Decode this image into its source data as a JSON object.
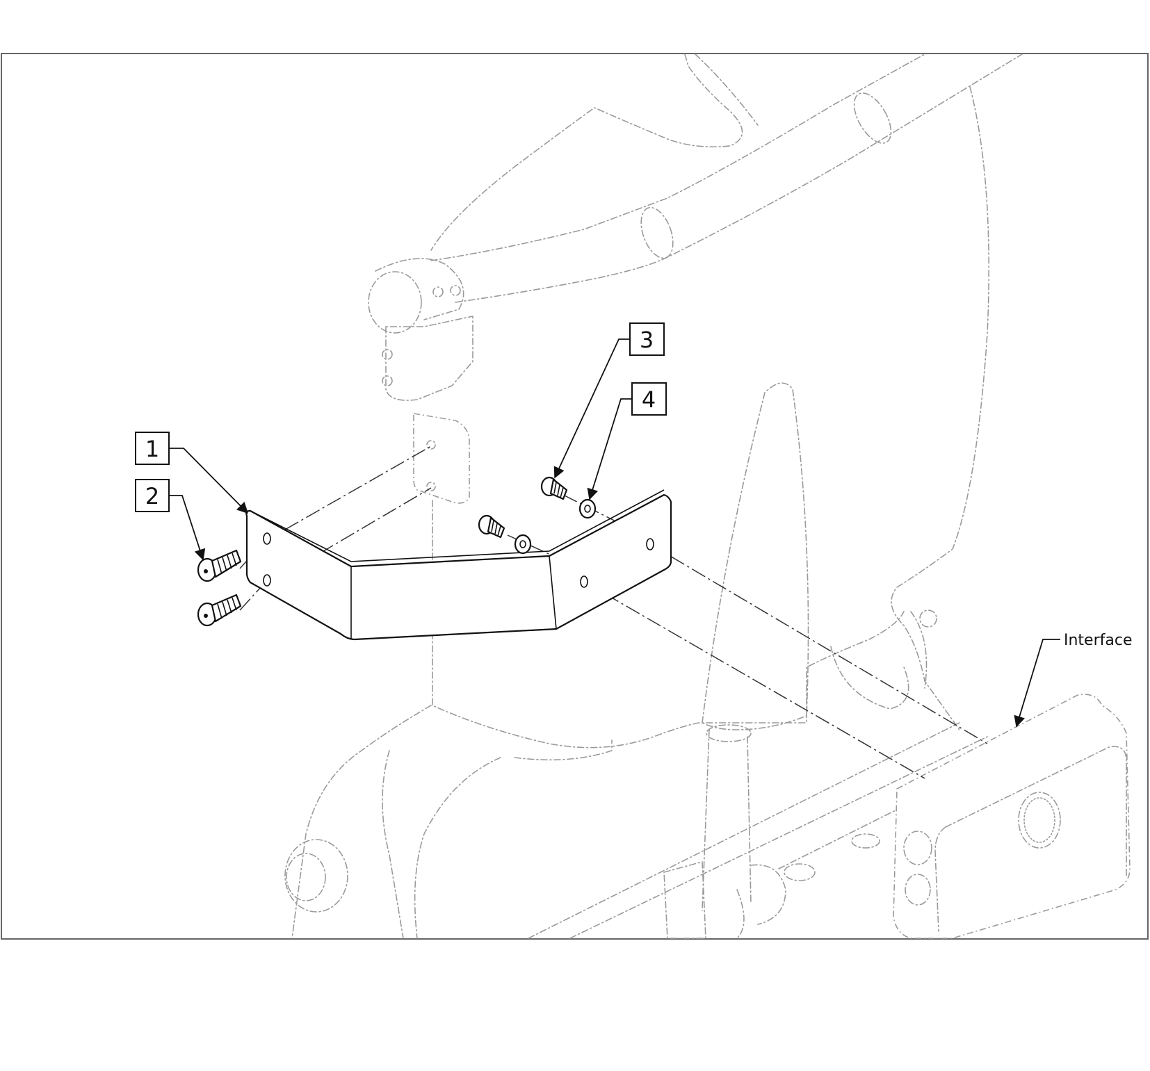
{
  "callouts": [
    {
      "number": "1",
      "part": "mounting-bracket"
    },
    {
      "number": "2",
      "part": "button-head-screw"
    },
    {
      "number": "3",
      "part": "small-screw"
    },
    {
      "number": "4",
      "part": "washer"
    }
  ],
  "interface_label": "Interface",
  "colors": {
    "part_outline": "#111111",
    "ghost_outline": "#9a9a9a",
    "frame_border": "#666666",
    "background": "#ffffff"
  }
}
